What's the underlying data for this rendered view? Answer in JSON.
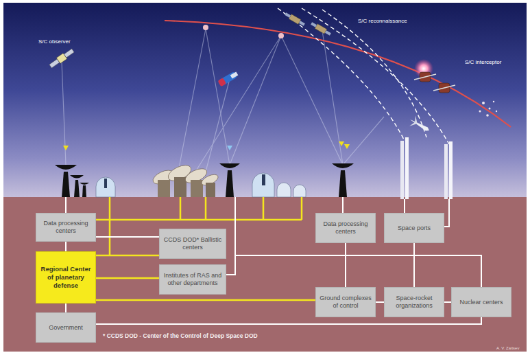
{
  "diagram": {
    "nodes": [
      {
        "text": [
          "Data processing centers"
        ]
      },
      {
        "text": [
          "CCDS DOD* Ballistic centers"
        ]
      },
      {
        "text": [
          "Regional Center of planetary defense"
        ]
      },
      {
        "text": [
          "Institutes of RAS and other departments"
        ]
      },
      {
        "text": [
          "Government"
        ]
      },
      {
        "text": [
          "Data processing centers"
        ]
      },
      {
        "text": [
          "Space ports"
        ]
      },
      {
        "text": [
          "Ground complexes of control"
        ]
      },
      {
        "text": [
          "Space-rocket organizations"
        ]
      },
      {
        "text": [
          "Nuclear centers"
        ]
      }
    ],
    "edges": [
      {
        "from": 2,
        "to": 0,
        "arrow": "none"
      },
      {
        "from": 0,
        "to": 1,
        "arrow": "none"
      },
      {
        "from": 2,
        "to": 1,
        "arrow": "none"
      },
      {
        "from": 2,
        "to": 3,
        "arrow": "none"
      },
      {
        "from": 2,
        "to": 4,
        "arrow": "none"
      },
      {
        "from": 2,
        "to": 7,
        "arrow": "none"
      },
      {
        "from": 4,
        "to": 9,
        "arrow": "none"
      },
      {
        "from": 5,
        "to": 7,
        "arrow": "none"
      },
      {
        "from": 6,
        "to": 8,
        "arrow": "none"
      },
      {
        "from": 7,
        "to": 8,
        "arrow": "none"
      },
      {
        "from": 8,
        "to": 9,
        "arrow": "none"
      },
      {
        "from": 3,
        "to": 9,
        "arrow": "none"
      }
    ],
    "labels": [
      "S/C observer",
      "S/C reconnaissance",
      "S/C interceptor",
      "* CCDS DOD - Center of the Control of Deep Space DOD",
      "A. V. Zaitsev"
    ]
  }
}
